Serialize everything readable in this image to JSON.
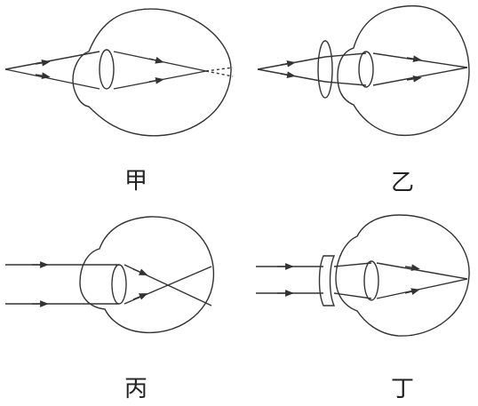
{
  "panels": [
    {
      "label": "甲"
    },
    {
      "label": "乙"
    },
    {
      "label": "丙"
    },
    {
      "label": "丁"
    }
  ]
}
